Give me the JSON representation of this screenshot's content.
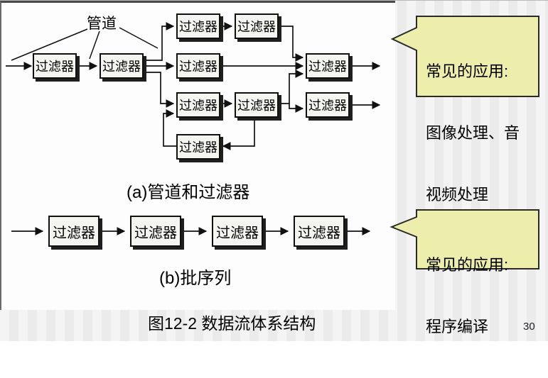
{
  "slide": {
    "page_number": "30"
  },
  "diagram_a": {
    "caption": "(a)管道和过滤器",
    "pipe_label": "管道",
    "boxes": [
      "过滤器",
      "过滤器",
      "过滤器",
      "过滤器",
      "过滤器",
      "过滤器",
      "过滤器",
      "过滤器",
      "过滤器",
      "过滤器"
    ]
  },
  "diagram_b": {
    "caption": "(b)批序列",
    "boxes": [
      "过滤器",
      "过滤器",
      "过滤器",
      "过滤器"
    ]
  },
  "figure_caption": "图12-2 数据流体系结构",
  "callout_a": {
    "lines": [
      "常见的应用:",
      "图像处理、音",
      "视频处理"
    ]
  },
  "callout_b": {
    "lines": [
      "常见的应用:",
      "程序编译"
    ]
  },
  "colors": {
    "callout_fill": "#eeeeac",
    "callout_border": "#2a2a2a",
    "box_fill": "#f4f4f1",
    "box_border": "#101010",
    "line": "#111111",
    "background_stripe_light": "#f4f4f4",
    "background_stripe_dark": "#ebebeb",
    "canvas": "#fdfdfd"
  }
}
